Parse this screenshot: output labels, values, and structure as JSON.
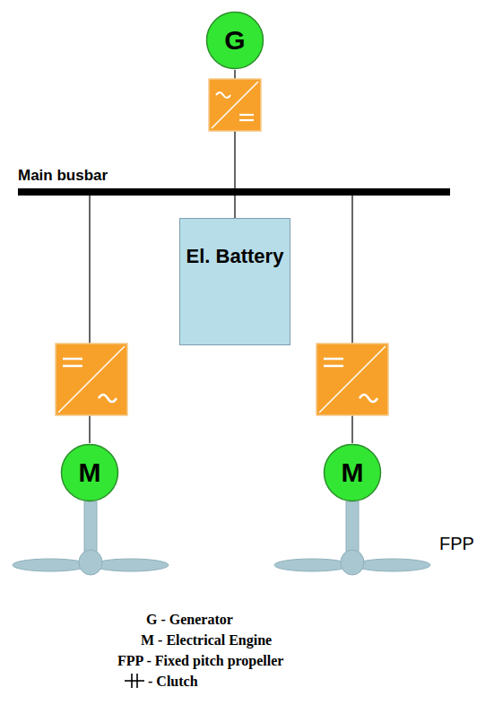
{
  "diagram": {
    "nodes": [
      {
        "text": [
          "G"
        ]
      },
      {
        "text": [
          "Main busbar"
        ]
      },
      {
        "text": [
          "El. Battery"
        ]
      },
      {
        "text": [
          "M"
        ]
      },
      {
        "text": [
          "M"
        ]
      }
    ],
    "edges": [
      {
        "from": 0,
        "to": 1,
        "arrow": "none"
      },
      {
        "from": 1,
        "to": 2,
        "arrow": "none"
      },
      {
        "from": 1,
        "to": 3,
        "arrow": "none"
      },
      {
        "from": 1,
        "to": 4,
        "arrow": "none"
      }
    ],
    "labels": [
      "FPP",
      "G - Generator",
      "M - Electrical Engine",
      "FPP - Fixed pitch propeller",
      "- Clutch"
    ]
  }
}
